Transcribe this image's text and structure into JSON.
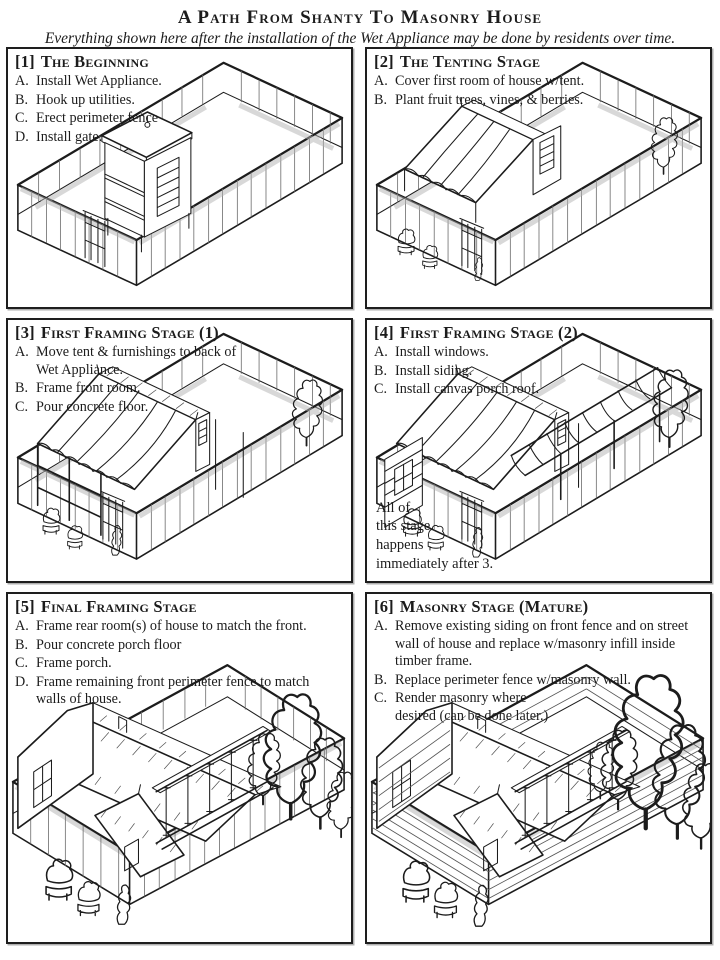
{
  "page": {
    "title": "A Path From Shanty To Masonry House",
    "subtitle": "Everything shown here after the installation of the Wet Appliance may be done by residents over time."
  },
  "colors": {
    "ink": "#1c1c1c",
    "paper": "#ffffff",
    "fence_board_gray": "#6a6a6a",
    "shading_gray": "#b2b2b2"
  },
  "panels": [
    {
      "number": "[1]",
      "title": "The Beginning",
      "steps": [
        {
          "letter": "A.",
          "text": "Install Wet Appliance."
        },
        {
          "letter": "B.",
          "text": "Hook up utilities."
        },
        {
          "letter": "C.",
          "text": "Erect perimeter fence"
        },
        {
          "letter": "D.",
          "text": "Install gate."
        }
      ]
    },
    {
      "number": "[2]",
      "title": "The Tenting Stage",
      "steps": [
        {
          "letter": "A.",
          "text": "Cover first room of house w/tent."
        },
        {
          "letter": "B.",
          "text": "Plant fruit trees, vines, & berries."
        }
      ]
    },
    {
      "number": "[3]",
      "title": "First Framing Stage (1)",
      "steps": [
        {
          "letter": "A.",
          "text": "Move tent & furnishings to back of Wet Appliance."
        },
        {
          "letter": "B.",
          "text": "Frame front room."
        },
        {
          "letter": "C.",
          "text": "Pour concrete floor."
        }
      ]
    },
    {
      "number": "[4]",
      "title": "First Framing Stage (2)",
      "steps": [
        {
          "letter": "A.",
          "text": "Install windows."
        },
        {
          "letter": "B.",
          "text": "Install siding."
        },
        {
          "letter": "C.",
          "text": "Install canvas porch roof."
        }
      ],
      "note_lines": [
        "All of",
        "this stage",
        "happens",
        "immediately after 3."
      ]
    },
    {
      "number": "[5]",
      "title": "Final Framing Stage",
      "steps": [
        {
          "letter": "A.",
          "text": "Frame rear room(s) of house to match the front."
        },
        {
          "letter": "B.",
          "text": "Pour concrete porch floor"
        },
        {
          "letter": "C.",
          "text": "Frame porch."
        },
        {
          "letter": "D.",
          "text": "Frame remaining front perimeter fence to match walls of house."
        }
      ]
    },
    {
      "number": "[6]",
      "title": "Masonry Stage (Mature)",
      "steps": [
        {
          "letter": "A.",
          "text": "Remove existing siding on front fence and on street wall of house and replace w/masonry infill inside timber frame."
        },
        {
          "letter": "B.",
          "text": "Replace perimeter fence w/masonry wall."
        },
        {
          "letter": "C.",
          "text": "Render masonry where desired (can be done later.)"
        }
      ]
    }
  ]
}
